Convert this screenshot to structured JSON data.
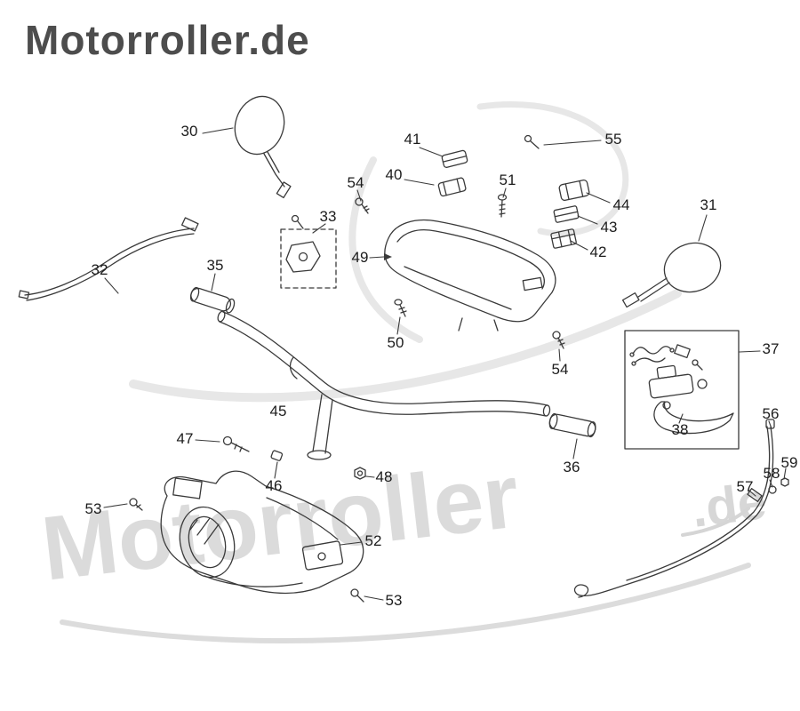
{
  "logo": {
    "text": "Motorroller.de"
  },
  "watermark": {
    "main": "Motorroller",
    "suffix": ".de"
  },
  "diagram": {
    "description": "Exploded parts diagram of scooter handlebar assembly",
    "labels": [
      {
        "text": "30"
      },
      {
        "text": "41"
      },
      {
        "text": "55"
      },
      {
        "text": "40"
      },
      {
        "text": "51"
      },
      {
        "text": "54"
      },
      {
        "text": "44"
      },
      {
        "text": "33"
      },
      {
        "text": "43"
      },
      {
        "text": "31"
      },
      {
        "text": "42"
      },
      {
        "text": "49"
      },
      {
        "text": "32"
      },
      {
        "text": "35"
      },
      {
        "text": "50"
      },
      {
        "text": "54"
      },
      {
        "text": "37"
      },
      {
        "text": "45"
      },
      {
        "text": "38"
      },
      {
        "text": "56"
      },
      {
        "text": "47"
      },
      {
        "text": "36"
      },
      {
        "text": "46"
      },
      {
        "text": "48"
      },
      {
        "text": "59"
      },
      {
        "text": "58"
      },
      {
        "text": "57"
      },
      {
        "text": "53"
      },
      {
        "text": "52"
      },
      {
        "text": "53"
      }
    ]
  }
}
